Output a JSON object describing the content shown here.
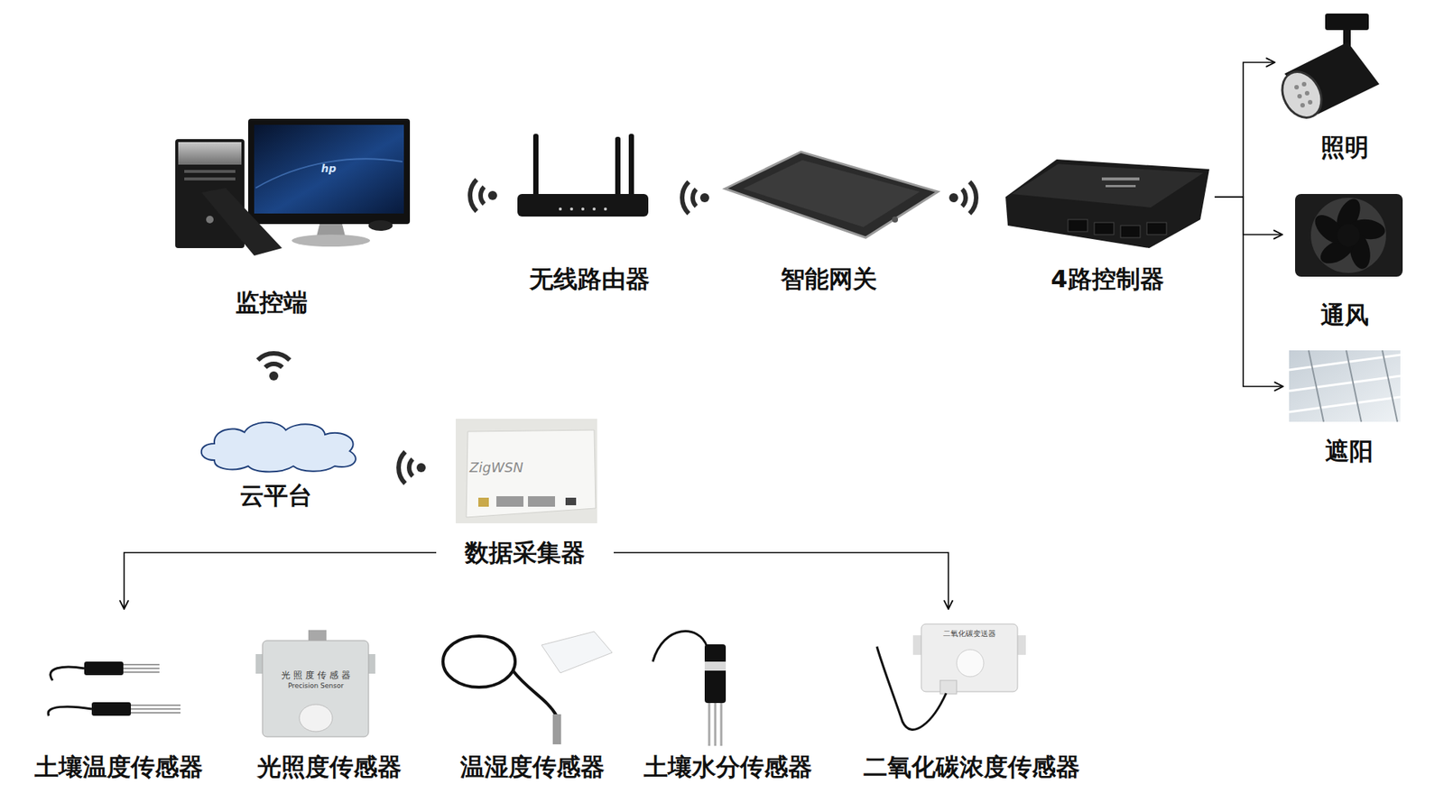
{
  "diagram": {
    "nodes": [
      {
        "text": [
          "监控端"
        ]
      },
      {
        "text": [
          "无线路由器"
        ]
      },
      {
        "text": [
          "智能网关"
        ]
      },
      {
        "text": [
          "4路控制器"
        ]
      },
      {
        "text": [
          "照明"
        ]
      },
      {
        "text": [
          "通风"
        ]
      },
      {
        "text": [
          "遮阳"
        ]
      },
      {
        "text": [
          "云平台"
        ]
      },
      {
        "text": [
          "数据采集器"
        ]
      },
      {
        "text": [
          "土壤温度传感器"
        ]
      },
      {
        "text": [
          "光照度传感器"
        ]
      },
      {
        "text": [
          "温湿度传感器"
        ]
      },
      {
        "text": [
          "土壤水分传感器"
        ]
      },
      {
        "text": [
          "二氧化碳浓度传感器"
        ]
      }
    ],
    "edges": [
      {
        "from": 3,
        "to": 4,
        "arrow": "to"
      },
      {
        "from": 3,
        "to": 5,
        "arrow": "to"
      },
      {
        "from": 3,
        "to": 6,
        "arrow": "to"
      },
      {
        "from": 8,
        "to": 9,
        "arrow": "to"
      },
      {
        "from": 8,
        "to": 13,
        "arrow": "to"
      }
    ],
    "labels": [
      "hp",
      "ZigWSN",
      "光 照 度 传 感 器",
      "Precision Sensor",
      "二氧化碳变送器"
    ]
  }
}
